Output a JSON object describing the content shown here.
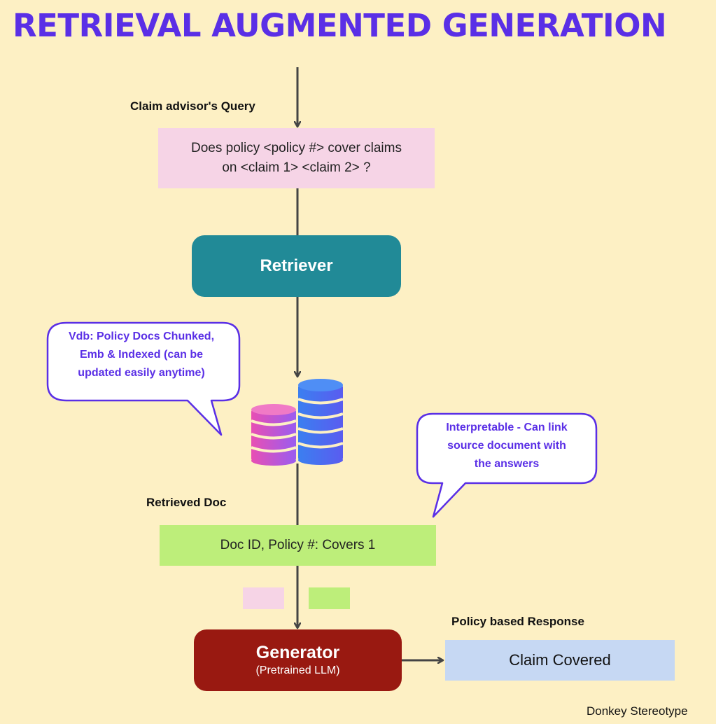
{
  "title": "RETRIEVAL AUGMENTED GENERATION",
  "query": {
    "label": "Claim advisor's Query",
    "text_line1": "Does policy <policy #>  cover claims",
    "text_line2": "on <claim 1> <claim 2> ?"
  },
  "retriever": {
    "label": "Retriever"
  },
  "vector_db_note": {
    "line1": "Vdb: Policy Docs Chunked,",
    "line2": "Emb & Indexed (can be",
    "line3": "updated easily anytime)"
  },
  "interpretable_note": {
    "line1": "Interpretable - Can link",
    "line2": "source document with",
    "line3": "the answers"
  },
  "retrieved_doc": {
    "label": "Retrieved Doc",
    "text": "Doc ID, Policy #:  Covers 1"
  },
  "generator": {
    "title": "Generator",
    "subtitle": "(Pretrained LLM)"
  },
  "response": {
    "label": "Policy based Response",
    "text": "Claim Covered"
  },
  "credit": "Donkey Stereotype",
  "colors": {
    "background": "#fdf0c4",
    "title": "#5a2fe6",
    "query_box": "#f6d4e6",
    "retriever": "#218a97",
    "retrieved_doc_box": "#bdee7a",
    "generator": "#991911",
    "response_box": "#c6d8f3",
    "arrow": "#444444"
  },
  "icons": {
    "database": "database-stack-icon"
  }
}
